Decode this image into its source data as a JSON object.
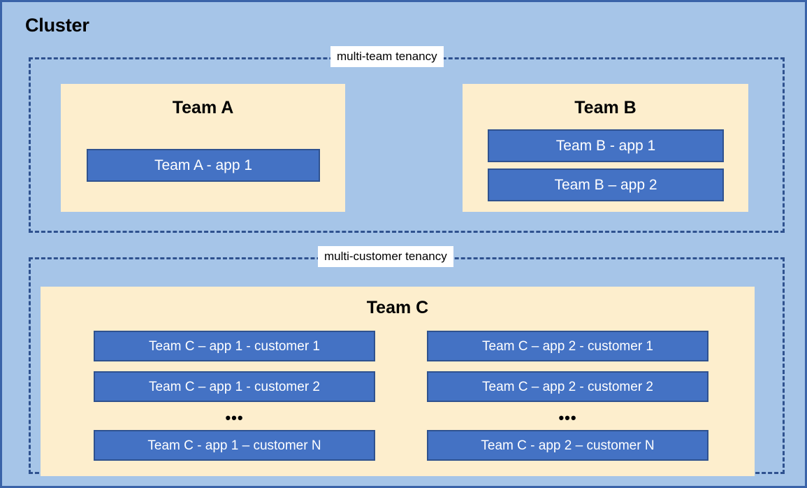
{
  "cluster": {
    "title": "Cluster",
    "background_color": "#A6C5E8",
    "border_color": "#3A63A8"
  },
  "tenancies": [
    {
      "id": "multi-team",
      "label": "multi-team tenancy",
      "border_color": "#2F528F",
      "teams": [
        {
          "id": "team-a",
          "title": "Team A",
          "fill_color": "#FDEECD",
          "apps": [
            {
              "label": "Team A - app 1"
            }
          ]
        },
        {
          "id": "team-b",
          "title": "Team B",
          "fill_color": "#FDEECD",
          "apps": [
            {
              "label": "Team B - app 1"
            },
            {
              "label": "Team B – app 2"
            }
          ]
        }
      ]
    },
    {
      "id": "multi-customer",
      "label": "multi-customer tenancy",
      "border_color": "#2F528F",
      "teams": [
        {
          "id": "team-c",
          "title": "Team C",
          "fill_color": "#FDEECD",
          "columns": [
            {
              "id": "app-1-column",
              "apps": [
                {
                  "label": "Team C – app 1 - customer 1"
                },
                {
                  "label": "Team C – app 1 - customer 2"
                }
              ],
              "ellipsis": "•••",
              "last_app": {
                "label": "Team C - app 1 – customer N"
              }
            },
            {
              "id": "app-2-column",
              "apps": [
                {
                  "label": "Team C – app 2 - customer 1"
                },
                {
                  "label": "Team C – app 2 - customer 2"
                }
              ],
              "ellipsis": "•••",
              "last_app": {
                "label": "Team C - app 2 – customer N"
              }
            }
          ]
        }
      ]
    }
  ],
  "colors": {
    "app_fill": "#4472C4",
    "app_border": "#2F528F",
    "team_fill": "#FDEECD",
    "cluster_fill": "#A6C5E8"
  }
}
